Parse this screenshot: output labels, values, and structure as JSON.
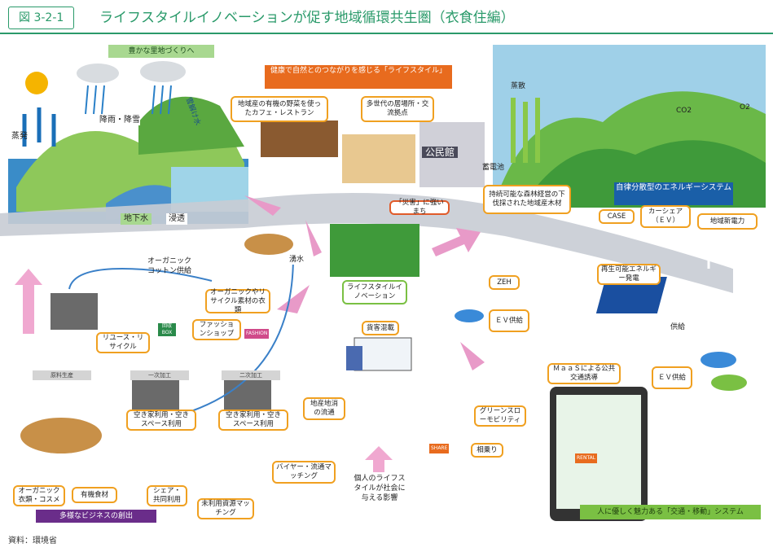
{
  "figure": {
    "id": "図 3-2-1",
    "title": "ライフスタイルイノベーションが促す地域循環共生圏（衣食住編）",
    "source": "資料：環境省"
  },
  "header_labels": {
    "satoyama": "豊かな里地づくりへ",
    "lifestyle_title": "健康で自然とのつながりを感じる「ライフスタイル」"
  },
  "water_cycle": {
    "evaporation_left": "蒸発",
    "rain_snow": "降雨・降雪",
    "snowmelt": "雪解け水",
    "groundwater": "地下水",
    "infiltration": "浸透",
    "spring": "湧水"
  },
  "town": {
    "cafe": "地域産の有機の野菜を使ったカフェ・レストラン",
    "hub": "多世代の居場所・交流拠点",
    "community_hall": "公民館",
    "battery": "蓄電池",
    "disaster": "「災害」に強いまち",
    "forest_timber": "持続可能な森林経営の下伐採された地域産木材"
  },
  "forest": {
    "evaporation": "蒸散",
    "co2": "CO2",
    "o2": "O2"
  },
  "energy": {
    "title": "自律分散型のエネルギーシステム",
    "case": "CASE",
    "car_share": "カーシェア（ＥＶ）",
    "local_power": "地域新電力",
    "renewable": "再生可能エネルギー発電",
    "zeh": "ZEH",
    "ev_supply_1": "ＥＶ供給",
    "supply": "供給",
    "ev_supply_2": "ＥＶ供給"
  },
  "center": {
    "innovation": "ライフスタイルイノベーション",
    "mixed_cargo": "貨客混載",
    "impact": "個人のライフスタイルが社会に与える影響"
  },
  "clothing": {
    "organic_cotton": "オーガニックコットン供給",
    "organic_clothing": "オーガニックやリサイクル素材の衣類",
    "reuse": "リユース・リサイクル",
    "fashion_shop": "ファッションショップ",
    "recycle_box_text": "回収BOX",
    "fashion_sign": "FASHION"
  },
  "business": {
    "stages": [
      "原料生産",
      "一次加工",
      "二次加工"
    ],
    "vacant_1": "空き家利用・空きスペース利用",
    "vacant_2": "空き家利用・空きスペース利用",
    "local_consumption": "地産地消の流通",
    "buyer": "バイヤー・流通マッチング",
    "unused": "未利用資源マッチング",
    "share": "シェア・共同利用",
    "organic_cosme": "オーガニック衣類・コスメ",
    "organic_food": "有機食材",
    "banner": "多様なビジネスの創出"
  },
  "mobility": {
    "green_slow": "グリーンスローモビリティ",
    "ride_share": "相乗り",
    "share_text": "SHARE",
    "maas": "ＭａａＳによる公共交通誘導",
    "rental": "RENTAL",
    "banner": "人に優しく魅力ある「交通・移動」システム"
  },
  "colors": {
    "title_green": "#2a9a6a",
    "orange_border": "#f0a020",
    "red_border": "#e15b2a",
    "energy_blue": "#1a5fa8",
    "business_purple": "#6a2d8a",
    "mobility_green": "#7ac043",
    "arrow_pink": "#e89ac8"
  }
}
